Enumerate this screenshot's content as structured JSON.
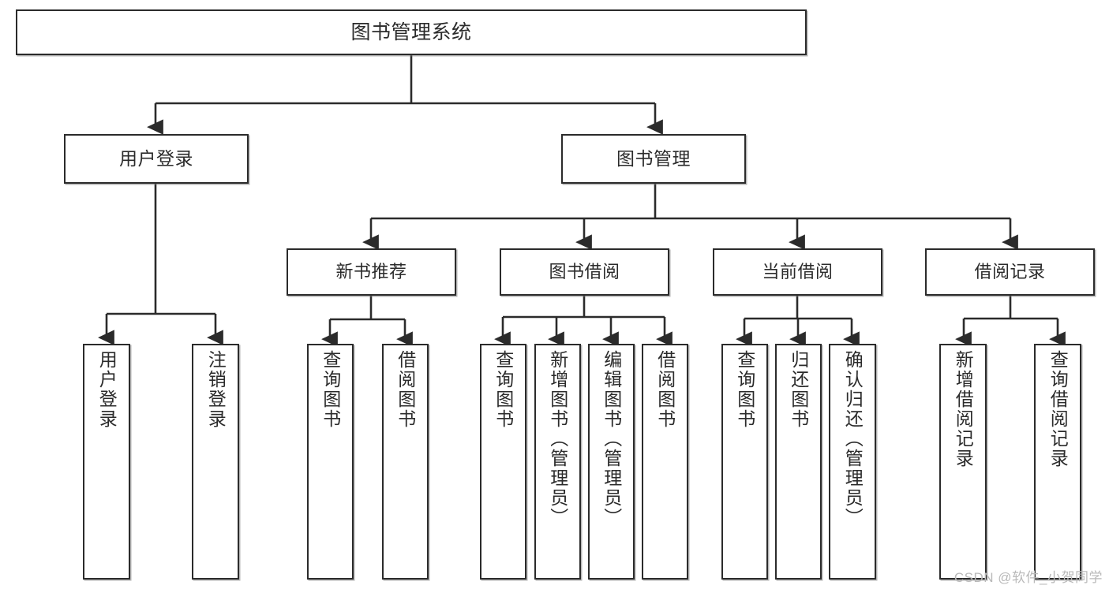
{
  "diagram": {
    "title": "图书管理系统",
    "watermark": "CSDN @软件_小贺同学",
    "line_color": "#2b2b2b",
    "box_fill": "#ffffff",
    "text_color": "#2b2b2b",
    "root": {
      "label": "图书管理系统"
    },
    "level2": [
      {
        "label": "用户登录"
      },
      {
        "label": "图书管理"
      }
    ],
    "level3": [
      {
        "label": "新书推荐"
      },
      {
        "label": "图书借阅"
      },
      {
        "label": "当前借阅"
      },
      {
        "label": "借阅记录"
      }
    ],
    "leaves": {
      "user_login": [
        {
          "label": "用户登录"
        },
        {
          "label": "注销登录"
        }
      ],
      "new_book": [
        {
          "label": "查询图书"
        },
        {
          "label": "借阅图书"
        }
      ],
      "book_borrow": [
        {
          "label": "查询图书"
        },
        {
          "label": "新增图书（管理员）"
        },
        {
          "label": "编辑图书（管理员）"
        },
        {
          "label": "借阅图书"
        }
      ],
      "current_borrow": [
        {
          "label": "查询图书"
        },
        {
          "label": "归还图书"
        },
        {
          "label": "确认归还（管理员）"
        }
      ],
      "borrow_record": [
        {
          "label": "新增借阅记录"
        },
        {
          "label": "查询借阅记录"
        }
      ]
    }
  }
}
